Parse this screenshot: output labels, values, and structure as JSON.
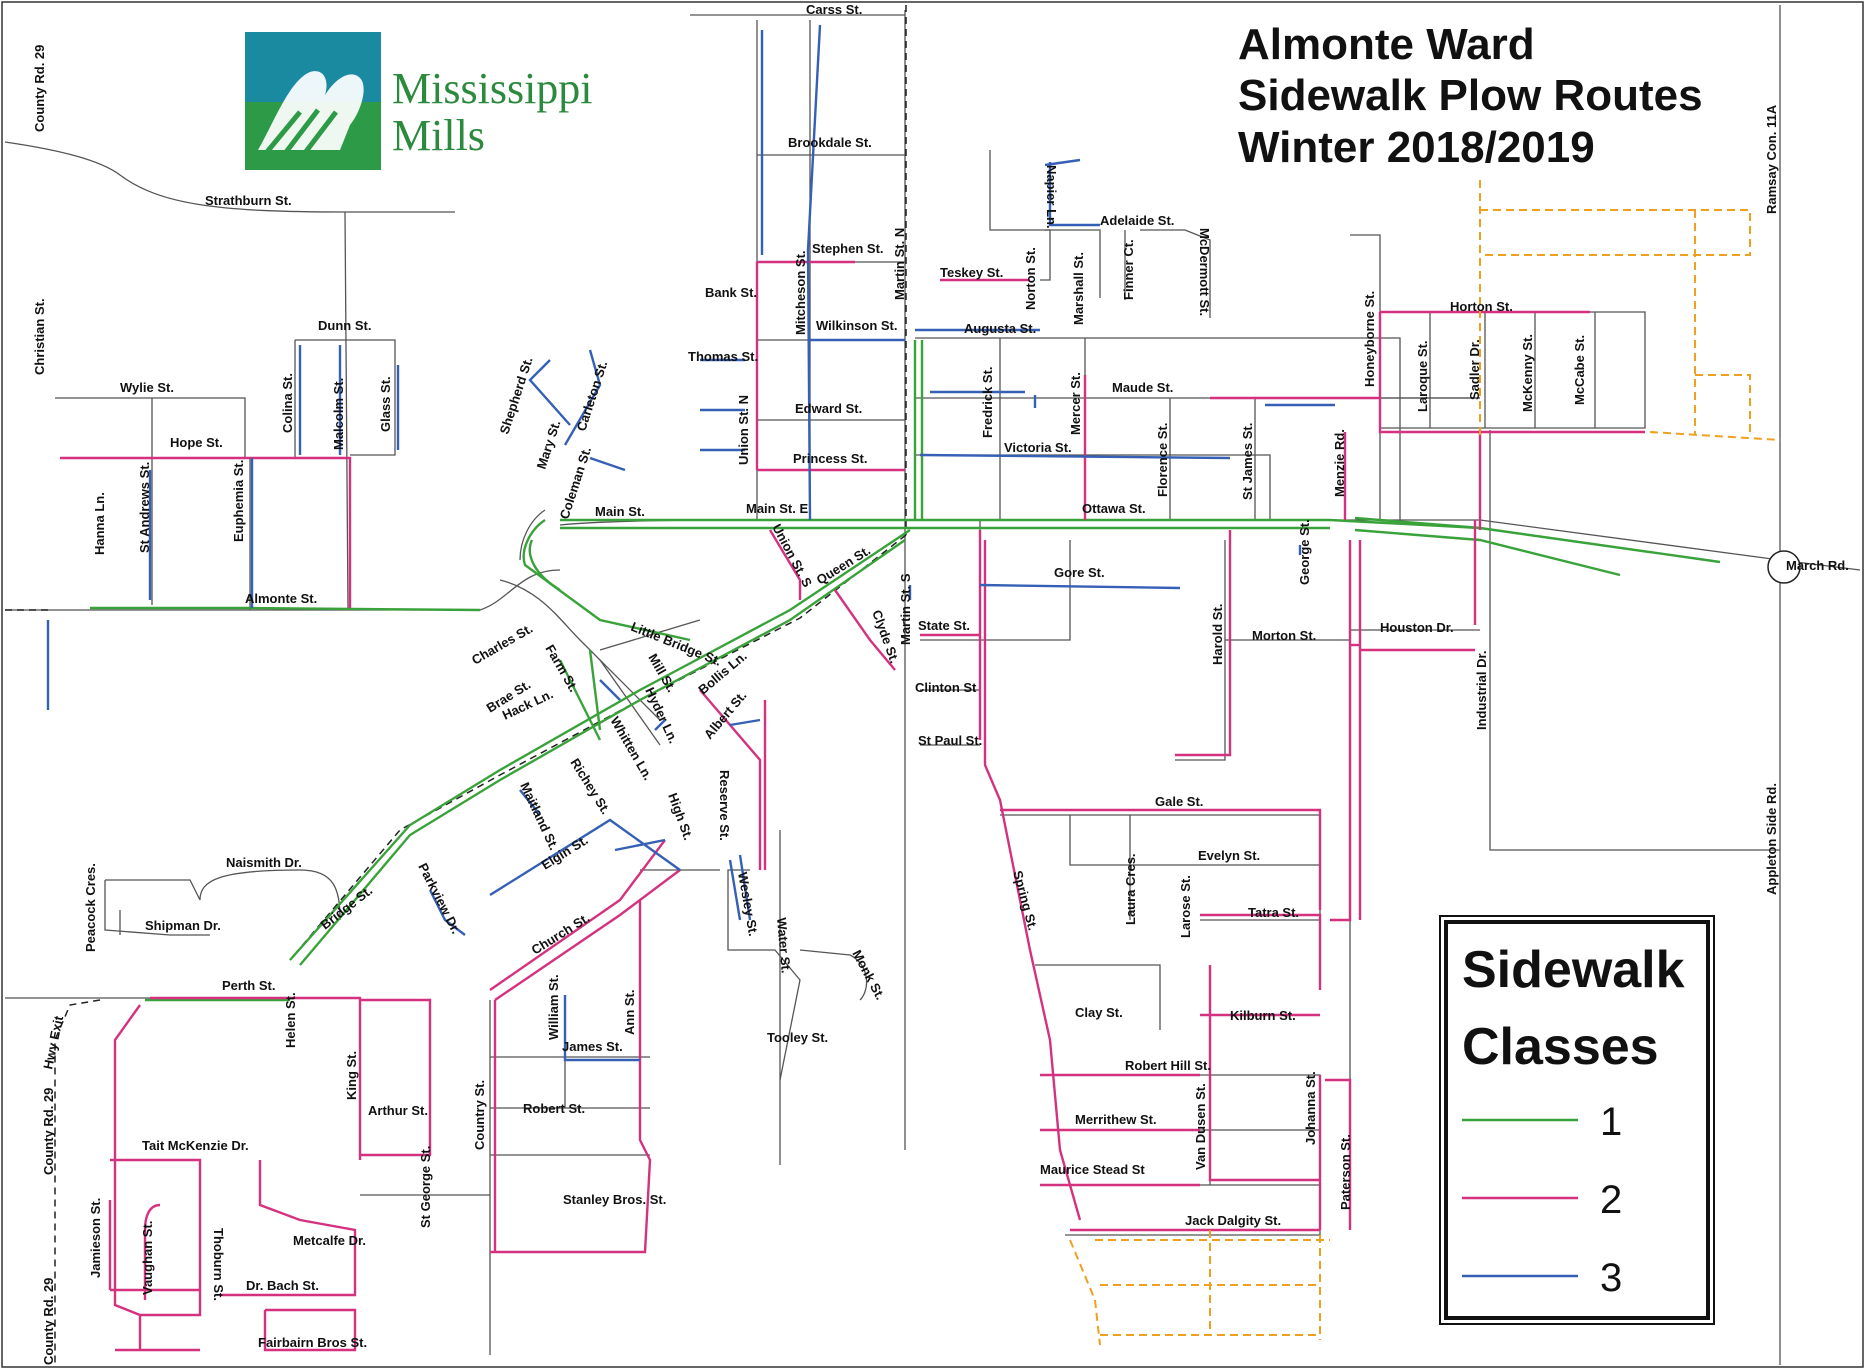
{
  "title": {
    "line1": "Almonte Ward",
    "line2": "Sidewalk Plow Routes",
    "line3": "Winter 2018/2019"
  },
  "logo": {
    "line1": "Mississippi",
    "line2": "Mills",
    "colors": {
      "teal": "#1a8aa0",
      "green": "#2c9a46"
    }
  },
  "legend": {
    "title_line1": "Sidewalk",
    "title_line2": "Classes",
    "items": [
      {
        "label": "1",
        "color": "#3aa23a"
      },
      {
        "label": "2",
        "color": "#d4317f"
      },
      {
        "label": "3",
        "color": "#3560b6"
      }
    ]
  },
  "colors": {
    "class1": "#3aa23a",
    "class2": "#d4317f",
    "class3": "#3560b6",
    "future": "#f0a020",
    "road": "#555555"
  },
  "streets": [
    "County Rd. 29",
    "Christian St.",
    "Strathburn St.",
    "Dunn St.",
    "Wylie St.",
    "Colina St.",
    "Malcolm St.",
    "Glass St.",
    "Hope St.",
    "Hanna Ln.",
    "St Andrews St.",
    "Euphemia St.",
    "Almonte St.",
    "Shepherd St.",
    "Carleton St.",
    "Mary St.",
    "Coleman St.",
    "Main St.",
    "Main St. E",
    "Carss St.",
    "Brookdale St.",
    "Stephen St.",
    "Mitcheson St.",
    "Bank St.",
    "Wilkinson St.",
    "Thomas St.",
    "Union St. N",
    "Edward St.",
    "Princess St.",
    "Martin St. N",
    "Teskey St.",
    "Napier Ln.",
    "Adelaide St.",
    "McDermott St.",
    "Norton St.",
    "Marshall St.",
    "Finner Ct.",
    "Augusta St.",
    "Fredrick St.",
    "Mercer St.",
    "Maude St.",
    "Victoria St.",
    "Florence St.",
    "St James St.",
    "Menzie Rd.",
    "Ottawa St.",
    "Honeyborne St.",
    "Horton St.",
    "Laroque St.",
    "Sadler Dr.",
    "McKenny St.",
    "McCabe St.",
    "Ramsay Con. 11A",
    "March Rd.",
    "George St.",
    "Gore St.",
    "Union St. S",
    "Queen St.",
    "Little Bridge St.",
    "Clyde St.",
    "Martin St. S",
    "State St.",
    "Clinton St",
    "St Paul St.",
    "Harold St.",
    "Morton St.",
    "Houston Dr.",
    "Industrial Dr.",
    "Charles St.",
    "Farm St.",
    "Mill St.",
    "Bollis Ln.",
    "Brae St.",
    "Hack Ln.",
    "Hyder Ln.",
    "Whitten Ln.",
    "Albert St.",
    "Richey St.",
    "Maitland St.",
    "High St.",
    "Reserve St.",
    "Elgin St.",
    "Gale St.",
    "Naismith Dr.",
    "Peacock Cres.",
    "Shipman Dr.",
    "Bridge St.",
    "Parkview Dr.",
    "Wesley St.",
    "Water St.",
    "Monk St.",
    "Evelyn St.",
    "Laura Cres.",
    "Spring St.",
    "Larose St.",
    "Tatra St.",
    "Appleton Side Rd.",
    "Perth St.",
    "Church St.",
    "Helen St.",
    "Hwy Exit",
    "Clay St.",
    "Kilburn St.",
    "William St.",
    "Ann St.",
    "James St.",
    "Tooley St.",
    "Robert Hill St.",
    "King St.",
    "Arthur St.",
    "Robert St.",
    "Country St.",
    "Merrithew St.",
    "Van Dusen St.",
    "Johanna St.",
    "Tait McKenzie Dr.",
    "St George St.",
    "Maurice Stead St",
    "Paterson St.",
    "Stanley Bros. St.",
    "Jack Dalgity St.",
    "Metcalfe Dr.",
    "Jamieson St.",
    "Vaughan St.",
    "Thoburn St.",
    "Dr. Bach St.",
    "Fairbairn Bros St."
  ]
}
